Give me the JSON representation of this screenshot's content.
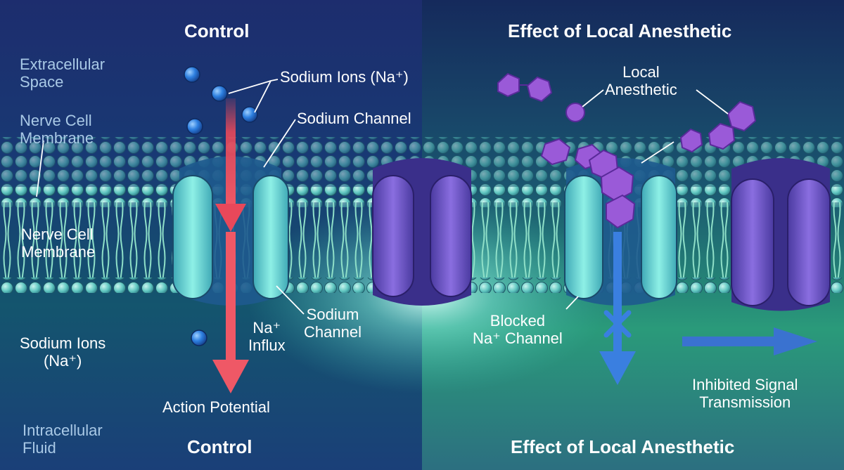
{
  "titles": {
    "control_top": "Control",
    "effect_top": "Effect of Local Anesthetic",
    "control_bottom": "Control",
    "effect_bottom": "Effect of Local Anesthetic"
  },
  "side_labels": {
    "extracellular": "Extracellular\nSpace",
    "membrane_upper": "Nerve Cell\nMembrane",
    "membrane_lower": "Nerve Cell\nMembrane",
    "sodium_ions": "Sodium Ions\n(Na⁺)",
    "intracellular": "Intracellular\nFluid"
  },
  "control_labels": {
    "sodium_ions": "Sodium Ions (Na⁺)",
    "sodium_channel_top": "Sodium Channel",
    "sodium_channel_bottom": "Sodium\nChannel",
    "na_influx": "Na⁺\nInflux",
    "action_potential": "Action Potential"
  },
  "effect_labels": {
    "local_anesthetic": "Local\nAnesthetic",
    "blocked_channel": "Blocked\nNa⁺ Channel",
    "inhibited_signal": "Inhibited Signal\nTransmission"
  },
  "colors": {
    "channel_teal": "#5fd4cf",
    "channel_purple": "#6a52c4",
    "anesthetic": "#9a5ad8",
    "ion_blue": "#2d7fe0",
    "influx_arrow": "#e8485a",
    "blocked_arrow": "#3a7fe0"
  }
}
